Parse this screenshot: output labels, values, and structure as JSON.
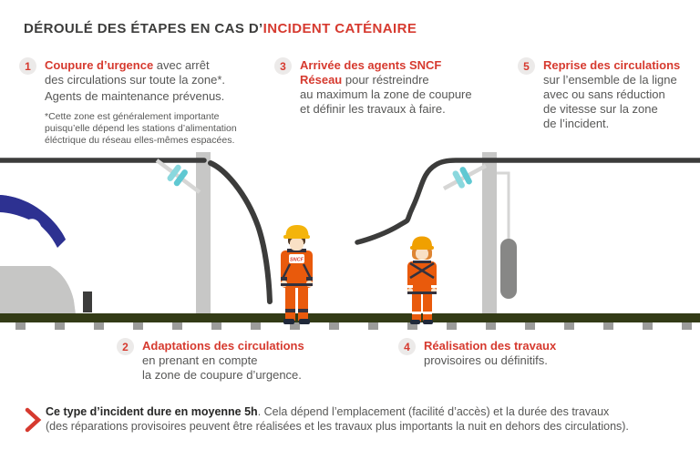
{
  "header": {
    "title_prefix": "DÉROULÉ DES ÉTAPES EN CAS D’",
    "title_highlight": "INCIDENT CATÉNAIRE"
  },
  "colors": {
    "accent_red": "#D63A2F",
    "text_dark": "#3C3C3B",
    "text_gray": "#575756",
    "worker_orange": "#E95A0C",
    "insulator_teal": "#5FC8D2",
    "train_blue": "#2D3191"
  },
  "steps": [
    {
      "number": "1",
      "lines": [
        {
          "red": "Coupure d’urgence",
          "text": " avec arrêt"
        },
        {
          "text": "des circulations sur toute la zone*."
        },
        {
          "text": "Agents de maintenance prévenus."
        }
      ],
      "footnote_lines": [
        "*Cette zone est généralement importante",
        "puisqu’elle dépend les stations d’alimentation",
        "éléctrique du réseau elles-mêmes espacées."
      ]
    },
    {
      "number": "2",
      "lines": [
        {
          "red": "Adaptations des circulations"
        },
        {
          "text": "en prenant en compte"
        },
        {
          "text": "la zone de coupure d’urgence."
        }
      ]
    },
    {
      "number": "3",
      "lines": [
        {
          "red": "Arrivée des agents SNCF"
        },
        {
          "red": "Réseau",
          "text": " pour réstreindre"
        },
        {
          "text": "au maximum la zone de coupure"
        },
        {
          "text": "et définir les travaux à faire."
        }
      ]
    },
    {
      "number": "4",
      "lines": [
        {
          "red": "Réalisation des travaux"
        },
        {
          "text": "provisoires ou définitifs."
        }
      ]
    },
    {
      "number": "5",
      "lines": [
        {
          "red": "Reprise des circulations"
        },
        {
          "text": "sur l’ensemble de la ligne"
        },
        {
          "text": "avec ou sans réduction"
        },
        {
          "text": "de vitesse sur la zone"
        },
        {
          "text": "de l’incident."
        }
      ]
    }
  ],
  "illustration": {
    "worker_badge_text": "SNCF"
  },
  "footer": {
    "bold": "Ce type d’incident dure en moyenne 5h",
    "line1_rest": ". Cela dépend l’emplacement (facilité d’accès) et la durée des travaux",
    "line2": "(des réparations provisoires peuvent être réalisées et les travaux plus importants la nuit en dehors des circulations)."
  }
}
